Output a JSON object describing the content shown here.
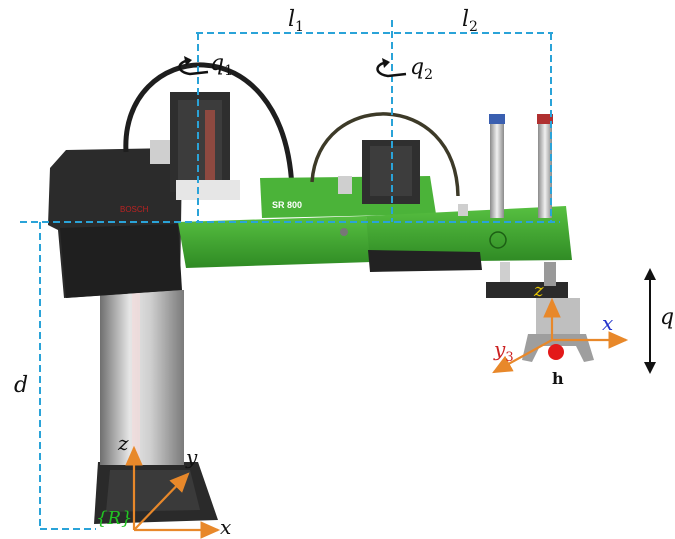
{
  "labels": {
    "l1": "l",
    "l1_sub": "1",
    "l2": "l",
    "l2_sub": "2",
    "q1": "q",
    "q1_sub": "1",
    "q2": "q",
    "q2_sub": "2",
    "q3": "q",
    "d": "d",
    "base_frame": "{R}",
    "base_z": "z",
    "base_y": "y",
    "base_x": "x",
    "tool_z": "z",
    "tool_x": "x",
    "tool_y": "y",
    "tool_y_sub": "3",
    "tool_point": "h"
  },
  "robot_text": {
    "brand": "BOSCH",
    "model": "SR 800"
  },
  "colors": {
    "dim_line": "#2aa3d8",
    "axis": "#e8882a",
    "arm_green": "#3fa532",
    "arm_dark_green": "#2c7a22",
    "body_black": "#2b2b2b",
    "column_grey": "#bdbdbd",
    "frame_label": "#22c322",
    "tool_x": "#2233cc",
    "tool_y": "#cc2222",
    "tool_z": "#e5c400",
    "tool_point": "#e31919"
  }
}
